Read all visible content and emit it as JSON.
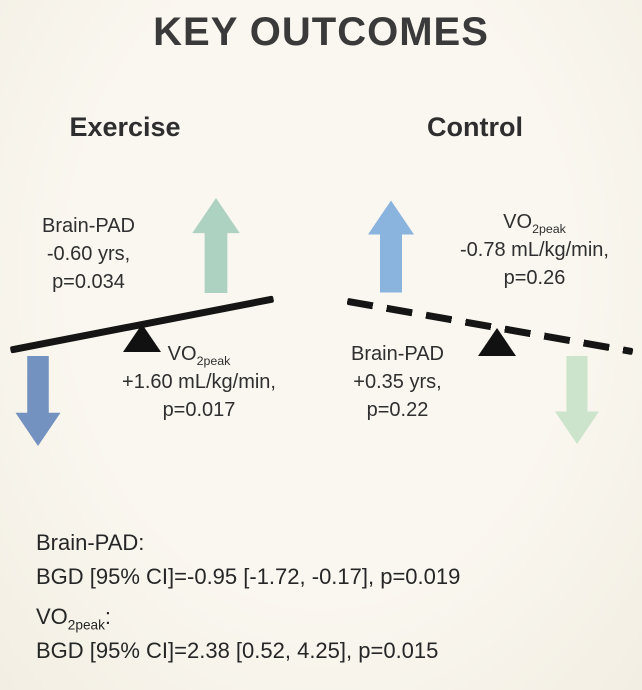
{
  "title": "KEY OUTCOMES",
  "colors": {
    "background": "#f8f4ec",
    "seesaw": "#151515",
    "exercise_up_arrow": "#aed2c2",
    "exercise_down_arrow": "#7392bf",
    "control_up_arrow": "#8ab3dd",
    "control_down_arrow": "#cbe4cb"
  },
  "exercise": {
    "header": "Exercise",
    "up_label": [
      "Brain-PAD",
      "-0.60 yrs,",
      "p=0.034"
    ],
    "down_metric_base": "VO",
    "down_metric_sub": "2peak",
    "down_label": [
      "+1.60 mL/kg/min,",
      "p=0.017"
    ]
  },
  "control": {
    "header": "Control",
    "up_metric_base": "VO",
    "up_metric_sub": "2peak",
    "up_label": [
      "-0.78 mL/kg/min,",
      "p=0.26"
    ],
    "down_label": [
      "Brain-PAD",
      "+0.35 yrs,",
      "p=0.22"
    ]
  },
  "footer": {
    "line1": "Brain-PAD:",
    "line2": "BGD [95% CI]=-0.95 [-1.72, -0.17], p=0.019",
    "line3_base": "VO",
    "line3_sub": "2peak",
    "line3_colon": ":",
    "line4": "BGD [95% CI]=2.38 [0.52, 4.25], p=0.015"
  }
}
